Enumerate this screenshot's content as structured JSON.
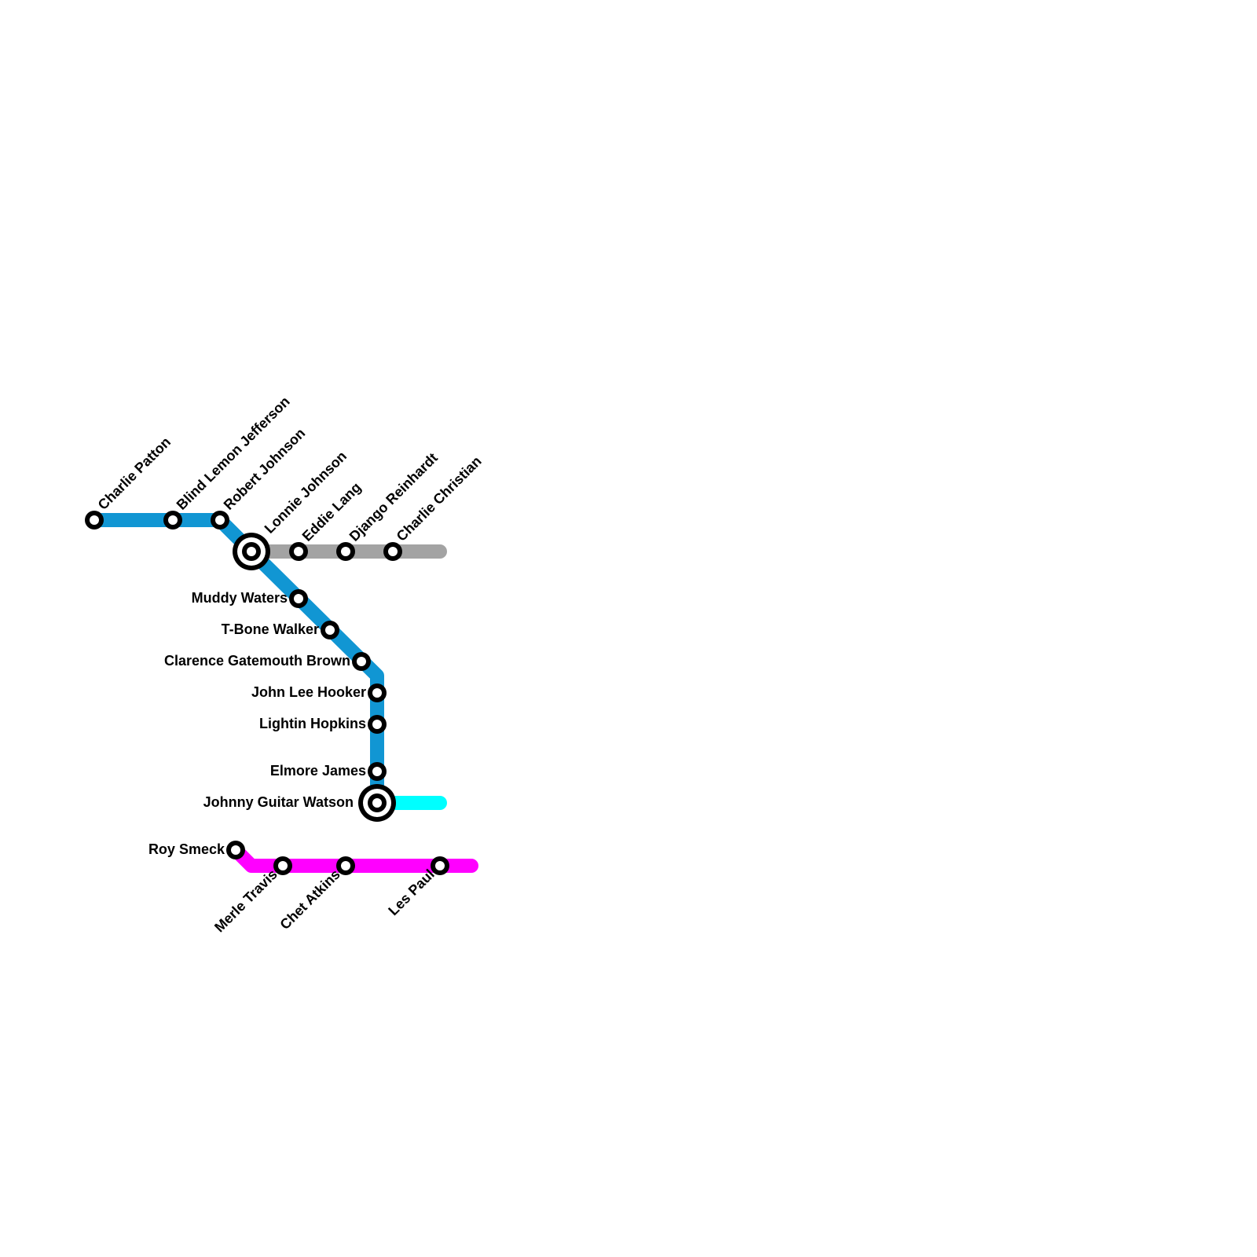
{
  "lines": [
    {
      "id": "blue",
      "color": "#1196d3"
    },
    {
      "id": "gray",
      "color": "#a3a3a3"
    },
    {
      "id": "cyan",
      "color": "#00ffff"
    },
    {
      "id": "magenta",
      "color": "#ff00ff"
    }
  ],
  "stations": {
    "charlie_patton": "Charlie Patton",
    "blind_lemon_jefferson": "Blind Lemon Jefferson",
    "robert_johnson": "Robert Johnson",
    "lonnie_johnson": "Lonnie Johnson",
    "eddie_lang": "Eddie Lang",
    "django_reinhardt": "Django Reinhardt",
    "charlie_christian": "Charlie Christian",
    "muddy_waters": "Muddy Waters",
    "t_bone_walker": "T-Bone Walker",
    "clarence_gatemouth_brown": "Clarence Gatemouth Brown",
    "john_lee_hooker": "John Lee Hooker",
    "lightin_hopkins": "Lightin Hopkins",
    "elmore_james": "Elmore James",
    "johnny_guitar_watson": "Johnny Guitar Watson",
    "roy_smeck": "Roy Smeck",
    "merle_travis": "Merle Travis",
    "chet_atkins": "Chet Atkins",
    "les_paul": "Les Paul"
  }
}
